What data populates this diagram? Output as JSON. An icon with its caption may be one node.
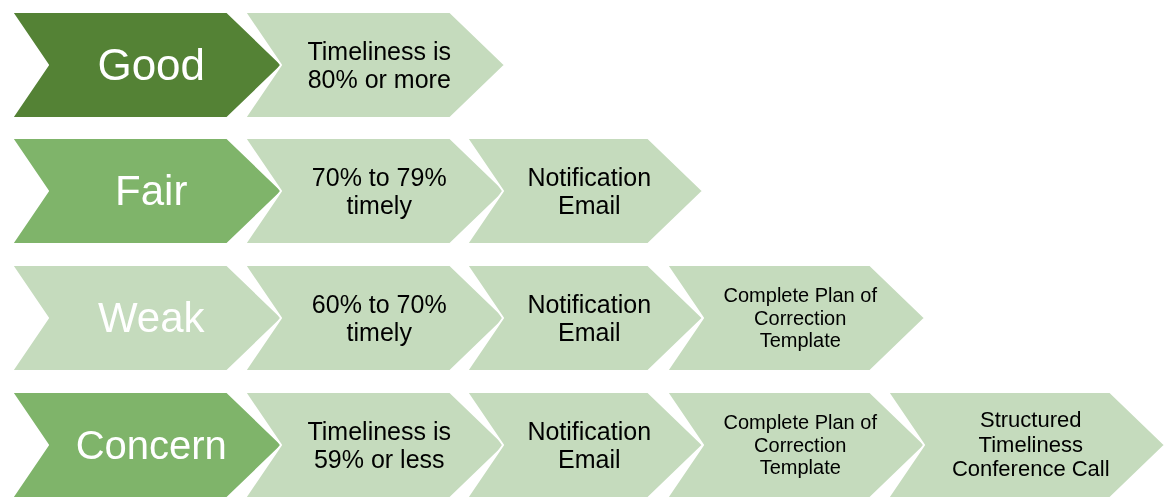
{
  "diagram": {
    "nodes": [
      {
        "text": [
          "Good"
        ]
      },
      {
        "text": [
          "Timeliness is 80% or more"
        ]
      },
      {
        "text": [
          "Fair"
        ]
      },
      {
        "text": [
          "70% to 79% timely"
        ]
      },
      {
        "text": [
          "Notification Email"
        ]
      },
      {
        "text": [
          "Weak"
        ]
      },
      {
        "text": [
          "60% to 70% timely"
        ]
      },
      {
        "text": [
          "Notification Email"
        ]
      },
      {
        "text": [
          "Complete Plan of Correction Template"
        ]
      },
      {
        "text": [
          "Concern"
        ]
      },
      {
        "text": [
          "Timeliness is 59% or less"
        ]
      },
      {
        "text": [
          "Notification Email"
        ]
      },
      {
        "text": [
          "Complete Plan of Correction Template"
        ]
      },
      {
        "text": [
          "Structured Timeliness Conference Call"
        ]
      }
    ]
  }
}
